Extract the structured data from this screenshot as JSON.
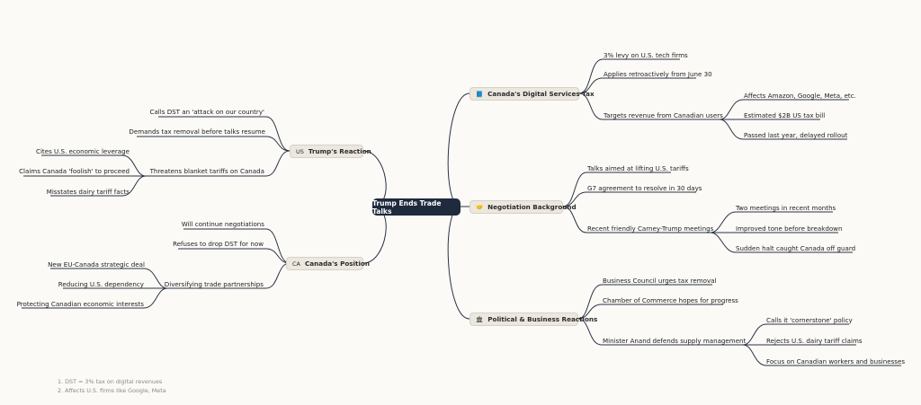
{
  "root": "Trump Ends Trade Talks",
  "branches": {
    "dst": {
      "icon": "📘",
      "label": "Canada's Digital Services Tax",
      "items": [
        "3% levy on U.S. tech firms",
        "Applies retroactively from June 30",
        "Targets revenue from Canadian users"
      ],
      "sub": [
        "Affects Amazon, Google, Meta, etc.",
        "Estimated $2B US tax bill",
        "Passed last year, delayed rollout"
      ]
    },
    "neg": {
      "icon": "🤝",
      "label": "Negotiation Background",
      "items": [
        "Talks aimed at lifting U.S. tariffs",
        "G7 agreement to resolve in 30 days",
        "Recent friendly Carney-Trump meetings"
      ],
      "sub": [
        "Two meetings in recent months",
        "Improved tone before breakdown",
        "Sudden halt caught Canada off guard"
      ]
    },
    "pol": {
      "icon": "🏛",
      "label": "Political & Business Reactions",
      "items": [
        "Business Council urges tax removal",
        "Chamber of Commerce hopes for progress",
        "Minister Anand defends supply management"
      ],
      "sub": [
        "Calls it 'cornerstone' policy",
        "Rejects U.S. dairy tariff claims",
        "Focus on Canadian workers and businesses"
      ]
    },
    "trump": {
      "icon": "US",
      "label": "Trump's Reaction",
      "items": [
        "Calls DST an 'attack on our country'",
        "Demands tax removal before talks resume",
        "Threatens blanket tariffs on Canada"
      ],
      "sub": [
        "Cites U.S. economic leverage",
        "Claims Canada 'foolish' to proceed",
        "Misstates dairy tariff facts"
      ]
    },
    "canada": {
      "icon": "CA",
      "label": "Canada's Position",
      "items": [
        "Will continue negotiations",
        "Refuses to drop DST for now",
        "Diversifying trade partnerships"
      ],
      "sub": [
        "New EU-Canada strategic deal",
        "Reducing U.S. dependency",
        "Protecting Canadian economic interests"
      ]
    }
  },
  "notes": [
    "1. DST = 3% tax on digital revenues",
    "2. Affects U.S. firms like Google, Meta"
  ],
  "colors": {
    "root_bg": "#1f2a3d",
    "line": "#2b3245",
    "branch_bg": "#ece8df",
    "background": "#fbfaf6"
  }
}
